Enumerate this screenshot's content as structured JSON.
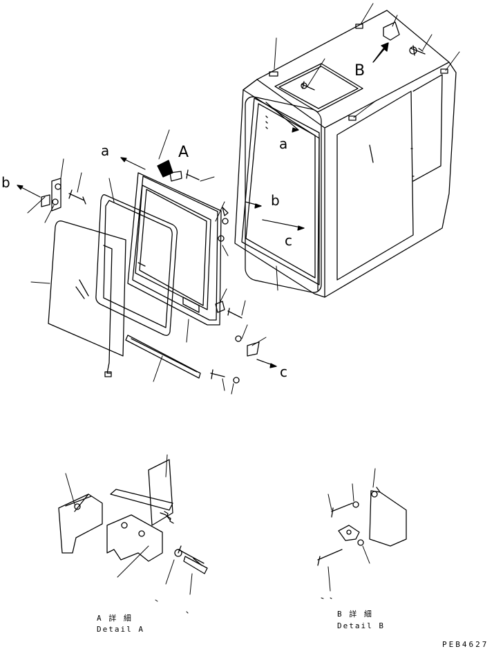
{
  "callouts": {
    "A": "A",
    "B": "B"
  },
  "arrow_labels": {
    "a_left": "a",
    "b_left": "b",
    "c_right": "c",
    "a_cab": "a",
    "b_cab": "b",
    "c_cab": "c"
  },
  "details": {
    "a_title": "A 詳 細",
    "a_sub": "Detail A",
    "b_title": "B 詳 細",
    "b_sub": "Detail B"
  },
  "drawing_code": "PEB4627",
  "colors": {
    "ink": "#000000",
    "paper": "#ffffff"
  }
}
